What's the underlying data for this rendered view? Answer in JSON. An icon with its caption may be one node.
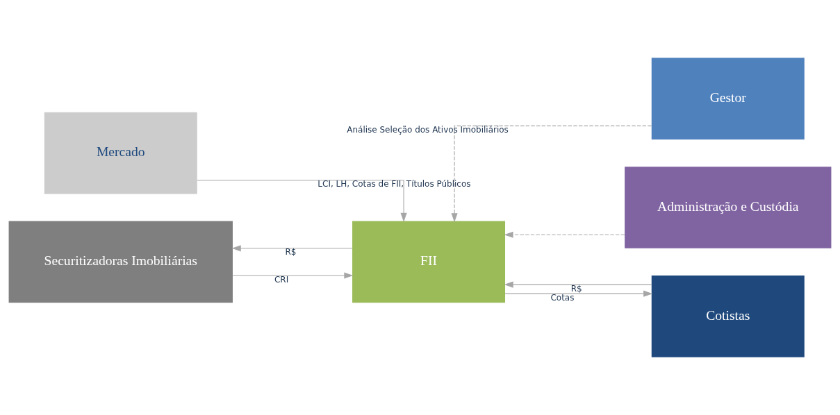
{
  "diagram": {
    "nodes": [
      {
        "text": [
          "Mercado"
        ]
      },
      {
        "text": [
          "Gestor"
        ]
      },
      {
        "text": [
          "Administração e Custódia"
        ]
      },
      {
        "text": [
          "Securitizadoras Imobiliárias"
        ]
      },
      {
        "text": [
          "FII"
        ]
      },
      {
        "text": [
          "Cotistas"
        ]
      }
    ],
    "edges": [
      {
        "from": 0,
        "to": 4,
        "arrow": "to",
        "label": "LCI, LH, Cotas de FII, Títulos Públicos"
      },
      {
        "from": 1,
        "to": 4,
        "arrow": "to",
        "label": "Análise Seleção dos Ativos Imobiliários",
        "style": "dashed"
      },
      {
        "from": 2,
        "to": 4,
        "arrow": "to",
        "style": "dashed"
      },
      {
        "from": 3,
        "to": 4,
        "arrow": "to",
        "label": "CRI"
      },
      {
        "from": 4,
        "to": 3,
        "arrow": "to",
        "label": "R$"
      },
      {
        "from": 4,
        "to": 5,
        "arrow": "to",
        "label": "Cotas"
      },
      {
        "from": 5,
        "to": 4,
        "arrow": "to",
        "label": "R$"
      }
    ]
  }
}
